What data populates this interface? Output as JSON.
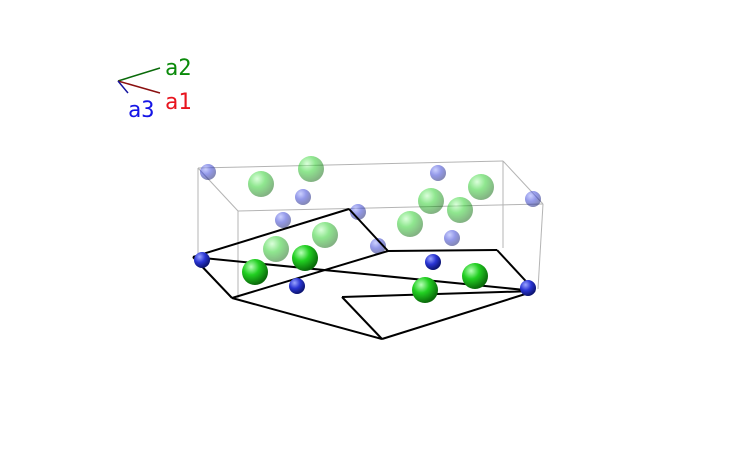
{
  "axes": {
    "a1": {
      "label": "a1",
      "color": "#e8141e"
    },
    "a2": {
      "label": "a2",
      "color": "#0a8a0a"
    },
    "a3": {
      "label": "a3",
      "color": "#1414e6"
    }
  },
  "colors": {
    "green_atom": "#22cc22",
    "blue_atom": "#2a35d4",
    "cell_edge": "#000000",
    "supercell_edge": "#b4b4b4"
  }
}
